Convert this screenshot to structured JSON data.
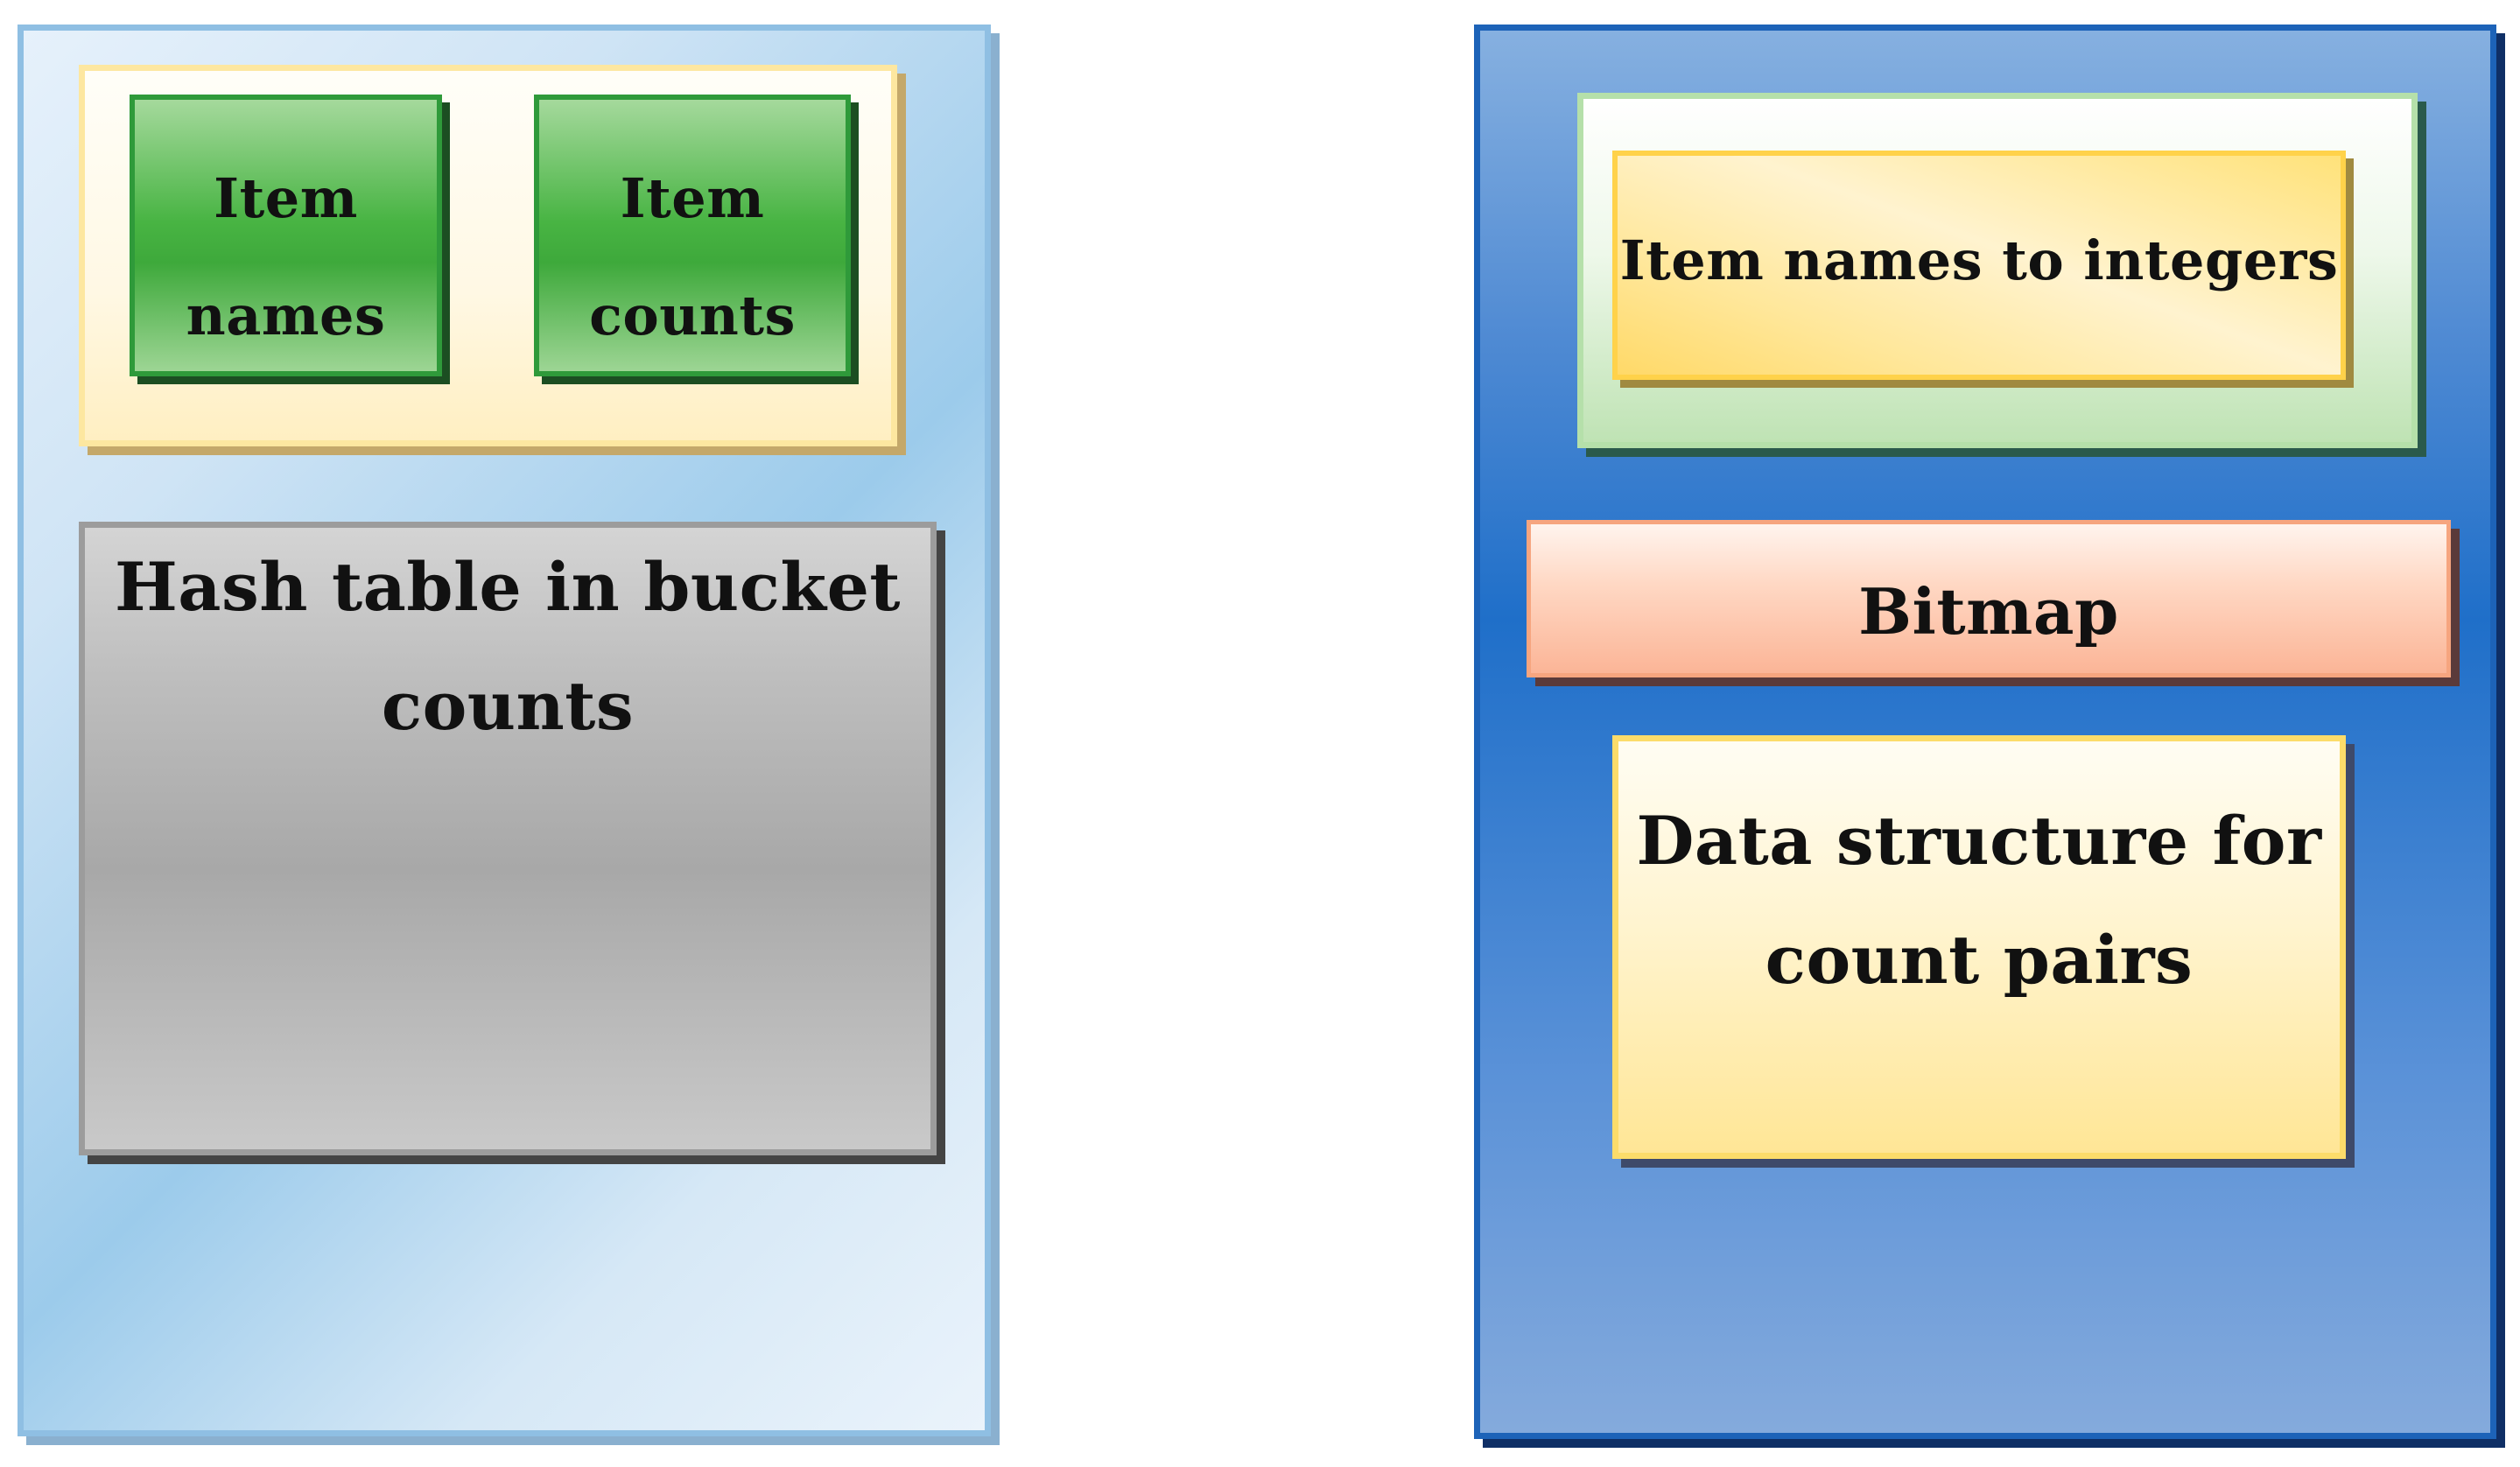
{
  "left_panel": {
    "top_group": {
      "item_names_lines": [
        "Item",
        "names"
      ],
      "item_counts_lines": [
        "Item",
        "counts"
      ]
    },
    "hash_table_lines": [
      "Hash table in bucket",
      "counts"
    ]
  },
  "right_panel": {
    "item_names_to_integers": "Item names to integers",
    "bitmap": "Bitmap",
    "data_structure_lines": [
      "Data structure for",
      "count pairs"
    ]
  },
  "colors": {
    "left_panel_fill": "#9ccbeb",
    "right_panel_fill": "#1f6fc9",
    "green_box": "#48b443",
    "hash_box": "#a8a8a8",
    "yellow_box": "#ffe27a",
    "bitmap_box": "#fbb597"
  }
}
